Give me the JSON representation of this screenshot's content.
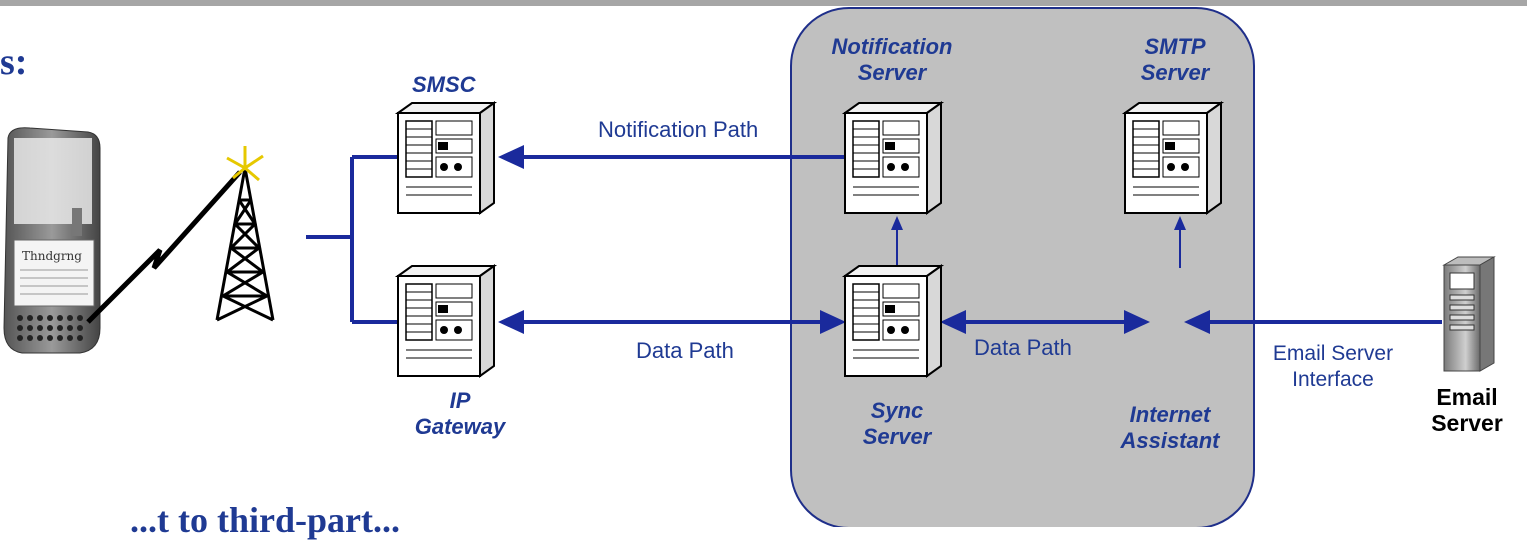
{
  "slide": {
    "heading_fragment": "s:",
    "bottom_fragment": "...t  to third-part..."
  },
  "nodes": {
    "smsc": "SMSC",
    "ip_gateway": [
      "IP",
      "Gateway"
    ],
    "notification_server": [
      "Notification",
      "Server"
    ],
    "smtp_server": [
      "SMTP",
      "Server"
    ],
    "sync_server": [
      "Sync",
      "Server"
    ],
    "internet_assistant": [
      "Internet",
      "Assistant"
    ],
    "email_server": [
      "Email",
      "Server"
    ]
  },
  "edges": {
    "notification_path": "Notification Path",
    "data_path_left": "Data Path",
    "data_path_right": "Data Path",
    "email_interface": [
      "Email Server",
      "Interface"
    ]
  },
  "colors": {
    "arrow": "#1a2a9c",
    "cluster_fill": "#c0c0c0",
    "cluster_border": "#1f2f8a",
    "text": "#1f3a93"
  },
  "icons": [
    "handheld-device-icon",
    "cell-tower-icon",
    "server-tower-icon",
    "email-server-icon"
  ]
}
